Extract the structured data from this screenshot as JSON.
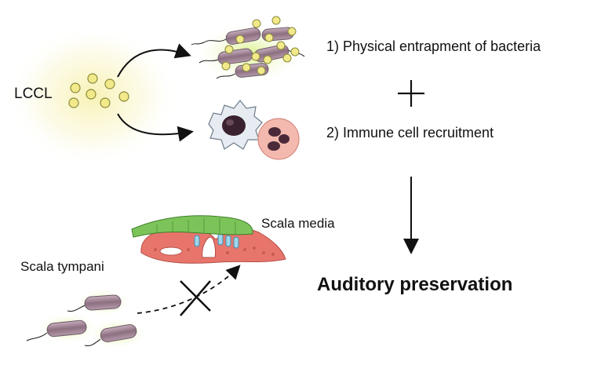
{
  "labels": {
    "lccl": "LCCL",
    "step1": "1) Physical entrapment of bacteria",
    "step2": "2) Immune cell recruitment",
    "scala_media": "Scala media",
    "scala_tympani": "Scala tympani",
    "outcome": "Auditory preservation"
  },
  "colors": {
    "lccl_particle": "#f2e98a",
    "glow": "#f6f0a8",
    "bacteria_halo": "#c5e85a",
    "bacteria_body": "#9a7f8e",
    "membrane_green": "#7cc45a",
    "organ_pink": "#e8756b",
    "hair_cell_blue": "#9fd6ea",
    "neutrophil_pink": "#f3b9ae"
  },
  "icons": [
    "lccl-particle-cluster",
    "entrapped-bacteria-icon",
    "macrophage-icon",
    "neutrophil-icon",
    "organ-of-corti-icon",
    "bacterium-icon",
    "blocked-x-icon"
  ]
}
